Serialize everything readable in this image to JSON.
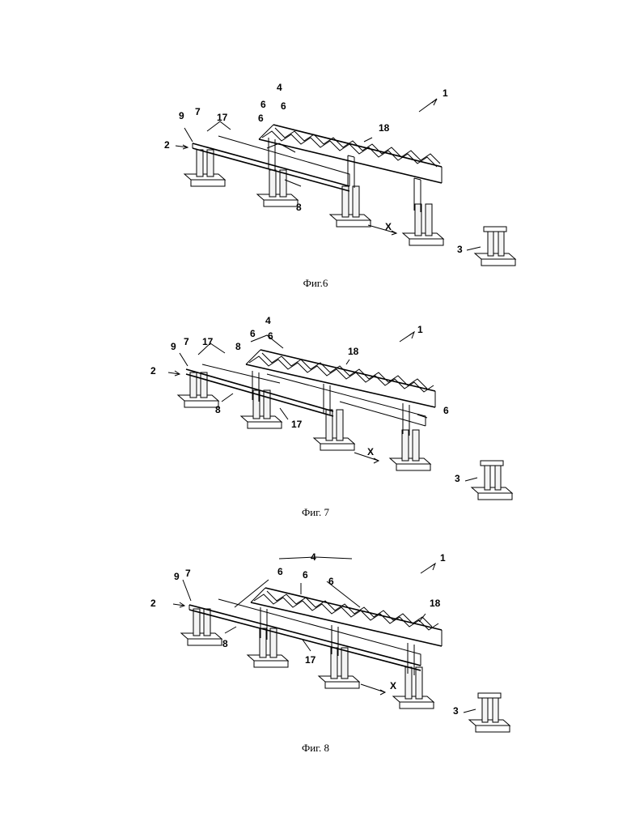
{
  "figures": [
    {
      "caption": "Фиг.6",
      "labels": {
        "l1": "1",
        "l2": "2",
        "l3": "3",
        "l4": "4",
        "l6a": "6",
        "l6b": "6",
        "l6c": "6",
        "l7": "7",
        "l8": "8",
        "l9": "9",
        "l17": "17",
        "l18": "18",
        "lx": "X"
      }
    },
    {
      "caption": "Фиг. 7",
      "labels": {
        "l1": "1",
        "l2": "2",
        "l3": "3",
        "l4": "4",
        "l6a": "6",
        "l6b": "6",
        "l6c": "6",
        "l7": "7",
        "l8a": "8",
        "l8b": "8",
        "l9": "9",
        "l17a": "17",
        "l17b": "17",
        "l18": "18",
        "lx": "X"
      }
    },
    {
      "caption": "Фиг. 8",
      "labels": {
        "l1": "1",
        "l2": "2",
        "l3": "3",
        "l4": "4",
        "l6a": "6",
        "l6b": "6",
        "l6c": "6",
        "l7": "7",
        "l8": "8",
        "l9": "9",
        "l17": "17",
        "l18": "18",
        "lx": "X"
      }
    }
  ]
}
